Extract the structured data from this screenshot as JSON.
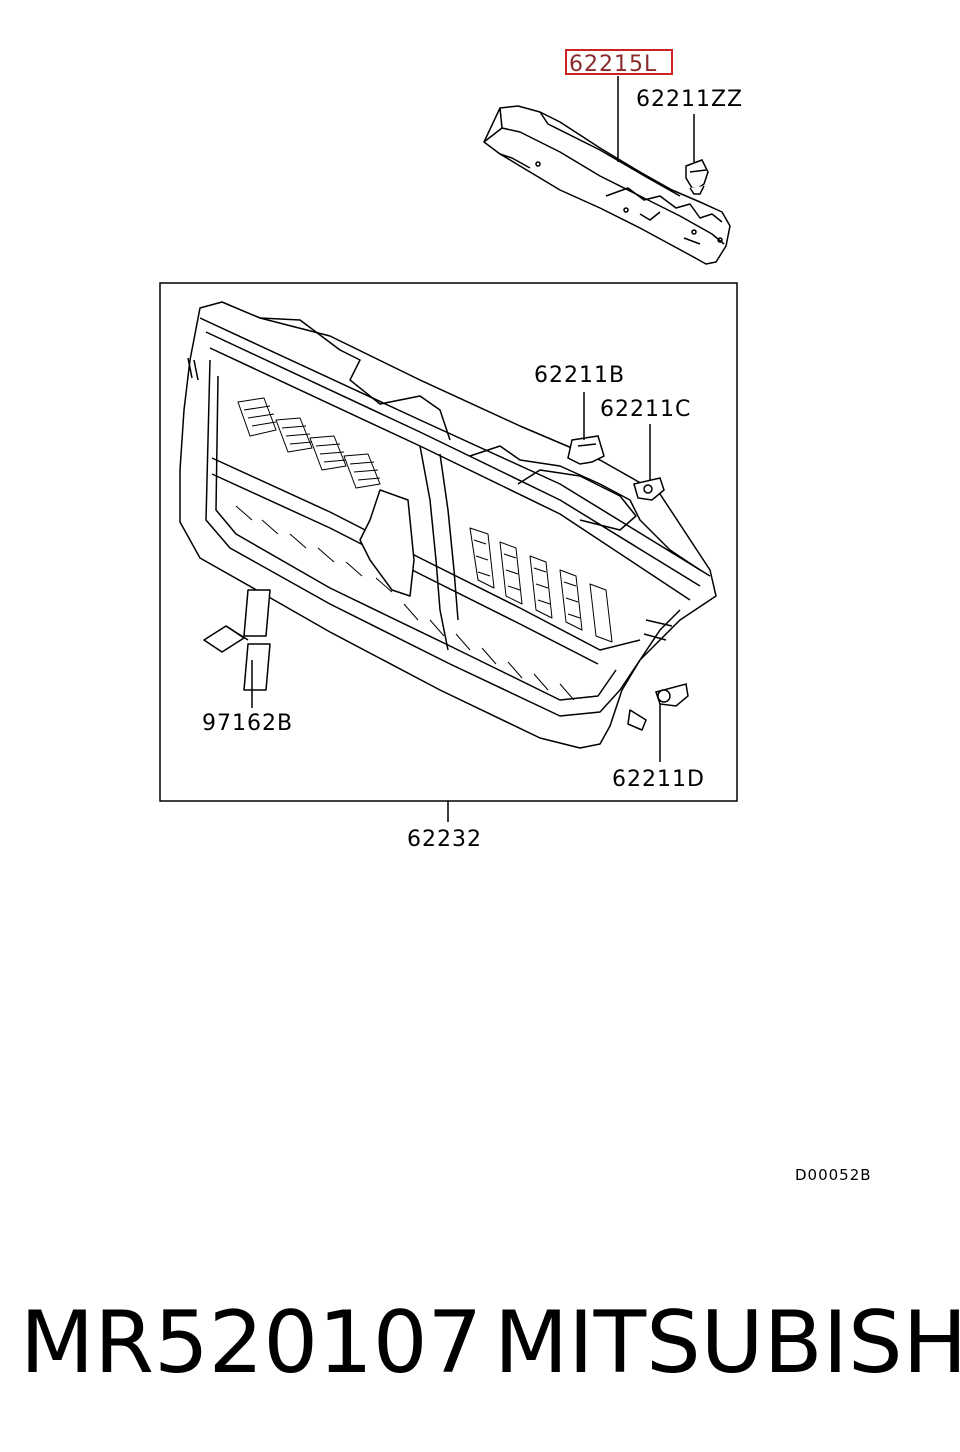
{
  "diagram": {
    "callouts": {
      "c_62215L": "62215L",
      "c_62211ZZ": "62211ZZ",
      "c_62211B": "62211B",
      "c_62211C": "62211C",
      "c_97162B": "97162B",
      "c_62211D": "62211D",
      "c_62232": "62232"
    },
    "highlighted_part": "62215L",
    "highlight_color": "#cc2222",
    "reference_code": "D00052B"
  },
  "footer": {
    "part_number": "MR520107",
    "brand": "MITSUBISHI"
  }
}
